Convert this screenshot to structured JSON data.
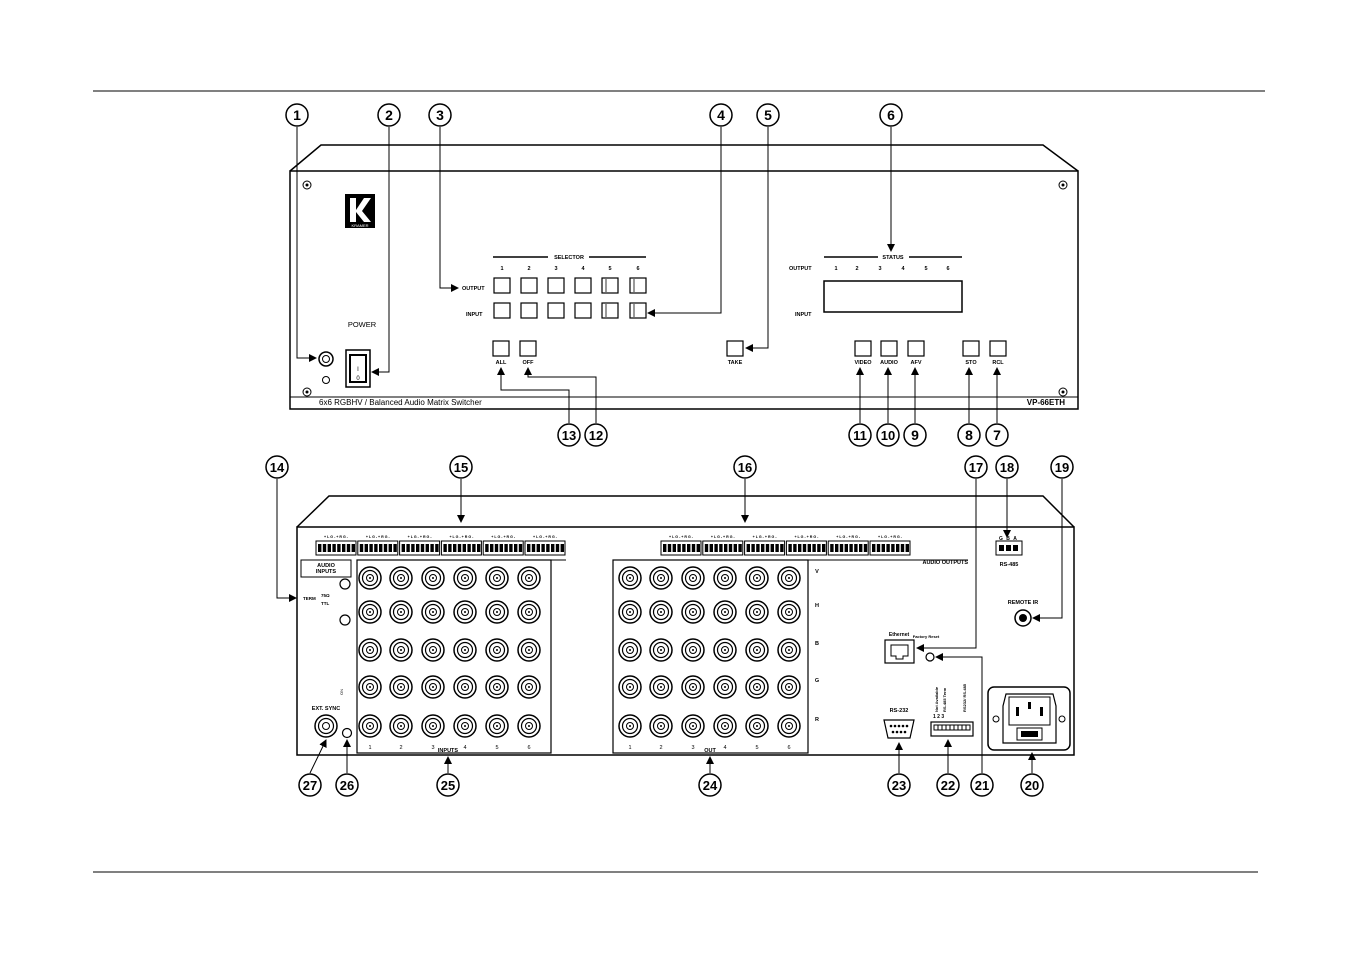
{
  "front_panel": {
    "brand_logo_text": "KRAMER",
    "power_label": "POWER",
    "power_switch_on": "I",
    "power_switch_off": "0",
    "selector_title": "SELECTOR",
    "status_title": "STATUS",
    "output_label": "OUTPUT",
    "input_label": "INPUT",
    "selector_numbers": [
      "1",
      "2",
      "3",
      "4",
      "5",
      "6"
    ],
    "status_numbers": [
      "1",
      "2",
      "3",
      "4",
      "5",
      "6"
    ],
    "all_label": "ALL",
    "off_label": "OFF",
    "take_label": "TAKE",
    "video_label": "VIDEO",
    "audio_label": "AUDIO",
    "afv_label": "AFV",
    "sto_label": "STO",
    "rcl_label": "RCL",
    "description": "6x6 RGBHV / Balanced Audio Matrix Switcher",
    "model": "VP-66ETH"
  },
  "callouts_front": [
    "1",
    "2",
    "3",
    "4",
    "5",
    "6",
    "13",
    "12",
    "11",
    "10",
    "9",
    "8",
    "7"
  ],
  "callouts_rear": [
    "14",
    "15",
    "16",
    "17",
    "18",
    "19",
    "27",
    "26",
    "25",
    "24",
    "23",
    "22",
    "21",
    "20"
  ],
  "rear_panel": {
    "audio_inputs_label": "AUDIO\nINPUTS",
    "audio_outputs_label": "AUDIO OUTPUTS",
    "term_label": "TERM",
    "term_options": [
      "75Ω",
      "TTL"
    ],
    "ext_sync_label": "EXT. SYNC",
    "inputs_label": "INPUTS",
    "out_label": "OUT",
    "signal_rows": [
      "V",
      "H",
      "B",
      "G",
      "R"
    ],
    "column_numbers": [
      "1",
      "2",
      "3",
      "4",
      "5",
      "6"
    ],
    "rs485_label": "RS-485",
    "rs485_pins": [
      "G",
      "B",
      "A"
    ],
    "remote_ir_label": "REMOTE IR",
    "ethernet_label": "Ethernet",
    "factory_reset_label": "Factory Reset",
    "rs232_label": "RS-232",
    "dip_numbers": "1 2 3",
    "dip_labels": [
      "Not Available",
      "RS-485 Term",
      "RS232/ RS-485"
    ],
    "terminal_pin_label": "+ L G - + R G -"
  }
}
